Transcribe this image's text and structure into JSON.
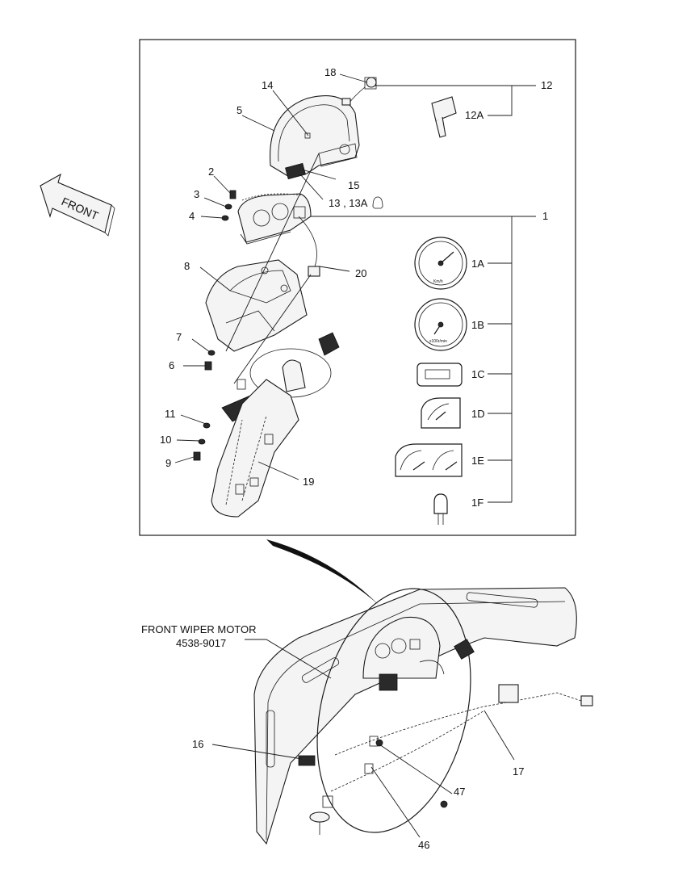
{
  "diagram": {
    "front_arrow_label": "FRONT",
    "wiper_motor": {
      "line1": "FRONT WIPER MOTOR",
      "line2": "4538-9017"
    },
    "callouts": {
      "c18": "18",
      "c14": "14",
      "c12": "12",
      "c5": "5",
      "c12A": "12A",
      "c2": "2",
      "c3": "3",
      "c15": "15",
      "c13": "13 , 13A",
      "c4": "4",
      "c1": "1",
      "c8": "8",
      "c20": "20",
      "c1A": "1A",
      "c7": "7",
      "c1B": "1B",
      "c6": "6",
      "c1C": "1C",
      "c11": "11",
      "c1D": "1D",
      "c10": "10",
      "c1E": "1E",
      "c9": "9",
      "c19": "19",
      "c1F": "1F",
      "c16": "16",
      "c17": "17",
      "c47": "47",
      "c46": "46"
    },
    "gauge_text": {
      "speedo_unit": "Km/h",
      "tacho_unit": "x100r/min"
    }
  }
}
